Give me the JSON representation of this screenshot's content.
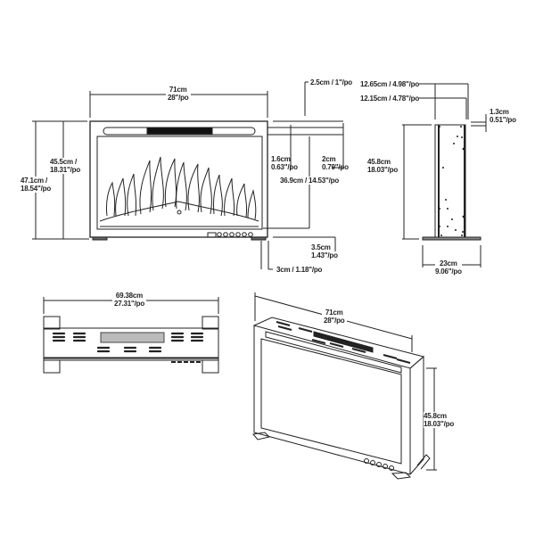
{
  "diagram": {
    "subject": "Electric fireplace insert dimension drawing",
    "views": {
      "front": {
        "width": {
          "cm": "71cm",
          "in": "28\"/po"
        },
        "overall_height": {
          "cm": "47.1cm /",
          "in": "18.54\"/po"
        },
        "body_height": {
          "cm": "45.5cm /",
          "in": "18.31\"/po"
        },
        "top_offset": "2.5cm / 1\"/po",
        "trim_gap": {
          "cm": "1.6cm",
          "in": "0.63\"/po"
        },
        "trim_height": {
          "cm": "2cm",
          "in": "0.79\"/po"
        },
        "viewing_height": "36.9cm / 14.53\"/po",
        "bottom_offset": {
          "cm": "3.5cm",
          "in": "1.43\"/po"
        },
        "side_offset": "3cm / 1.18\"/po"
      },
      "side": {
        "depth_outer": "12.65cm / 4.98\"/po",
        "depth_inner": "12.15cm / 4.78\"/po",
        "lip": {
          "cm": "1.3cm",
          "in": "0.51\"/po"
        },
        "height": {
          "cm": "45.8cm",
          "in": "18.03\"/po"
        },
        "base_depth": {
          "cm": "23cm",
          "in": "9.06\"/po"
        }
      },
      "top": {
        "width": {
          "cm": "69.38cm",
          "in": "27.31\"/po"
        }
      },
      "isometric": {
        "width": {
          "cm": "71cm",
          "in": "28\"/po"
        },
        "height": {
          "cm": "45.8cm",
          "in": "18.03\"/po"
        }
      }
    },
    "colors": {
      "line": "#222222",
      "background": "#ffffff"
    }
  }
}
